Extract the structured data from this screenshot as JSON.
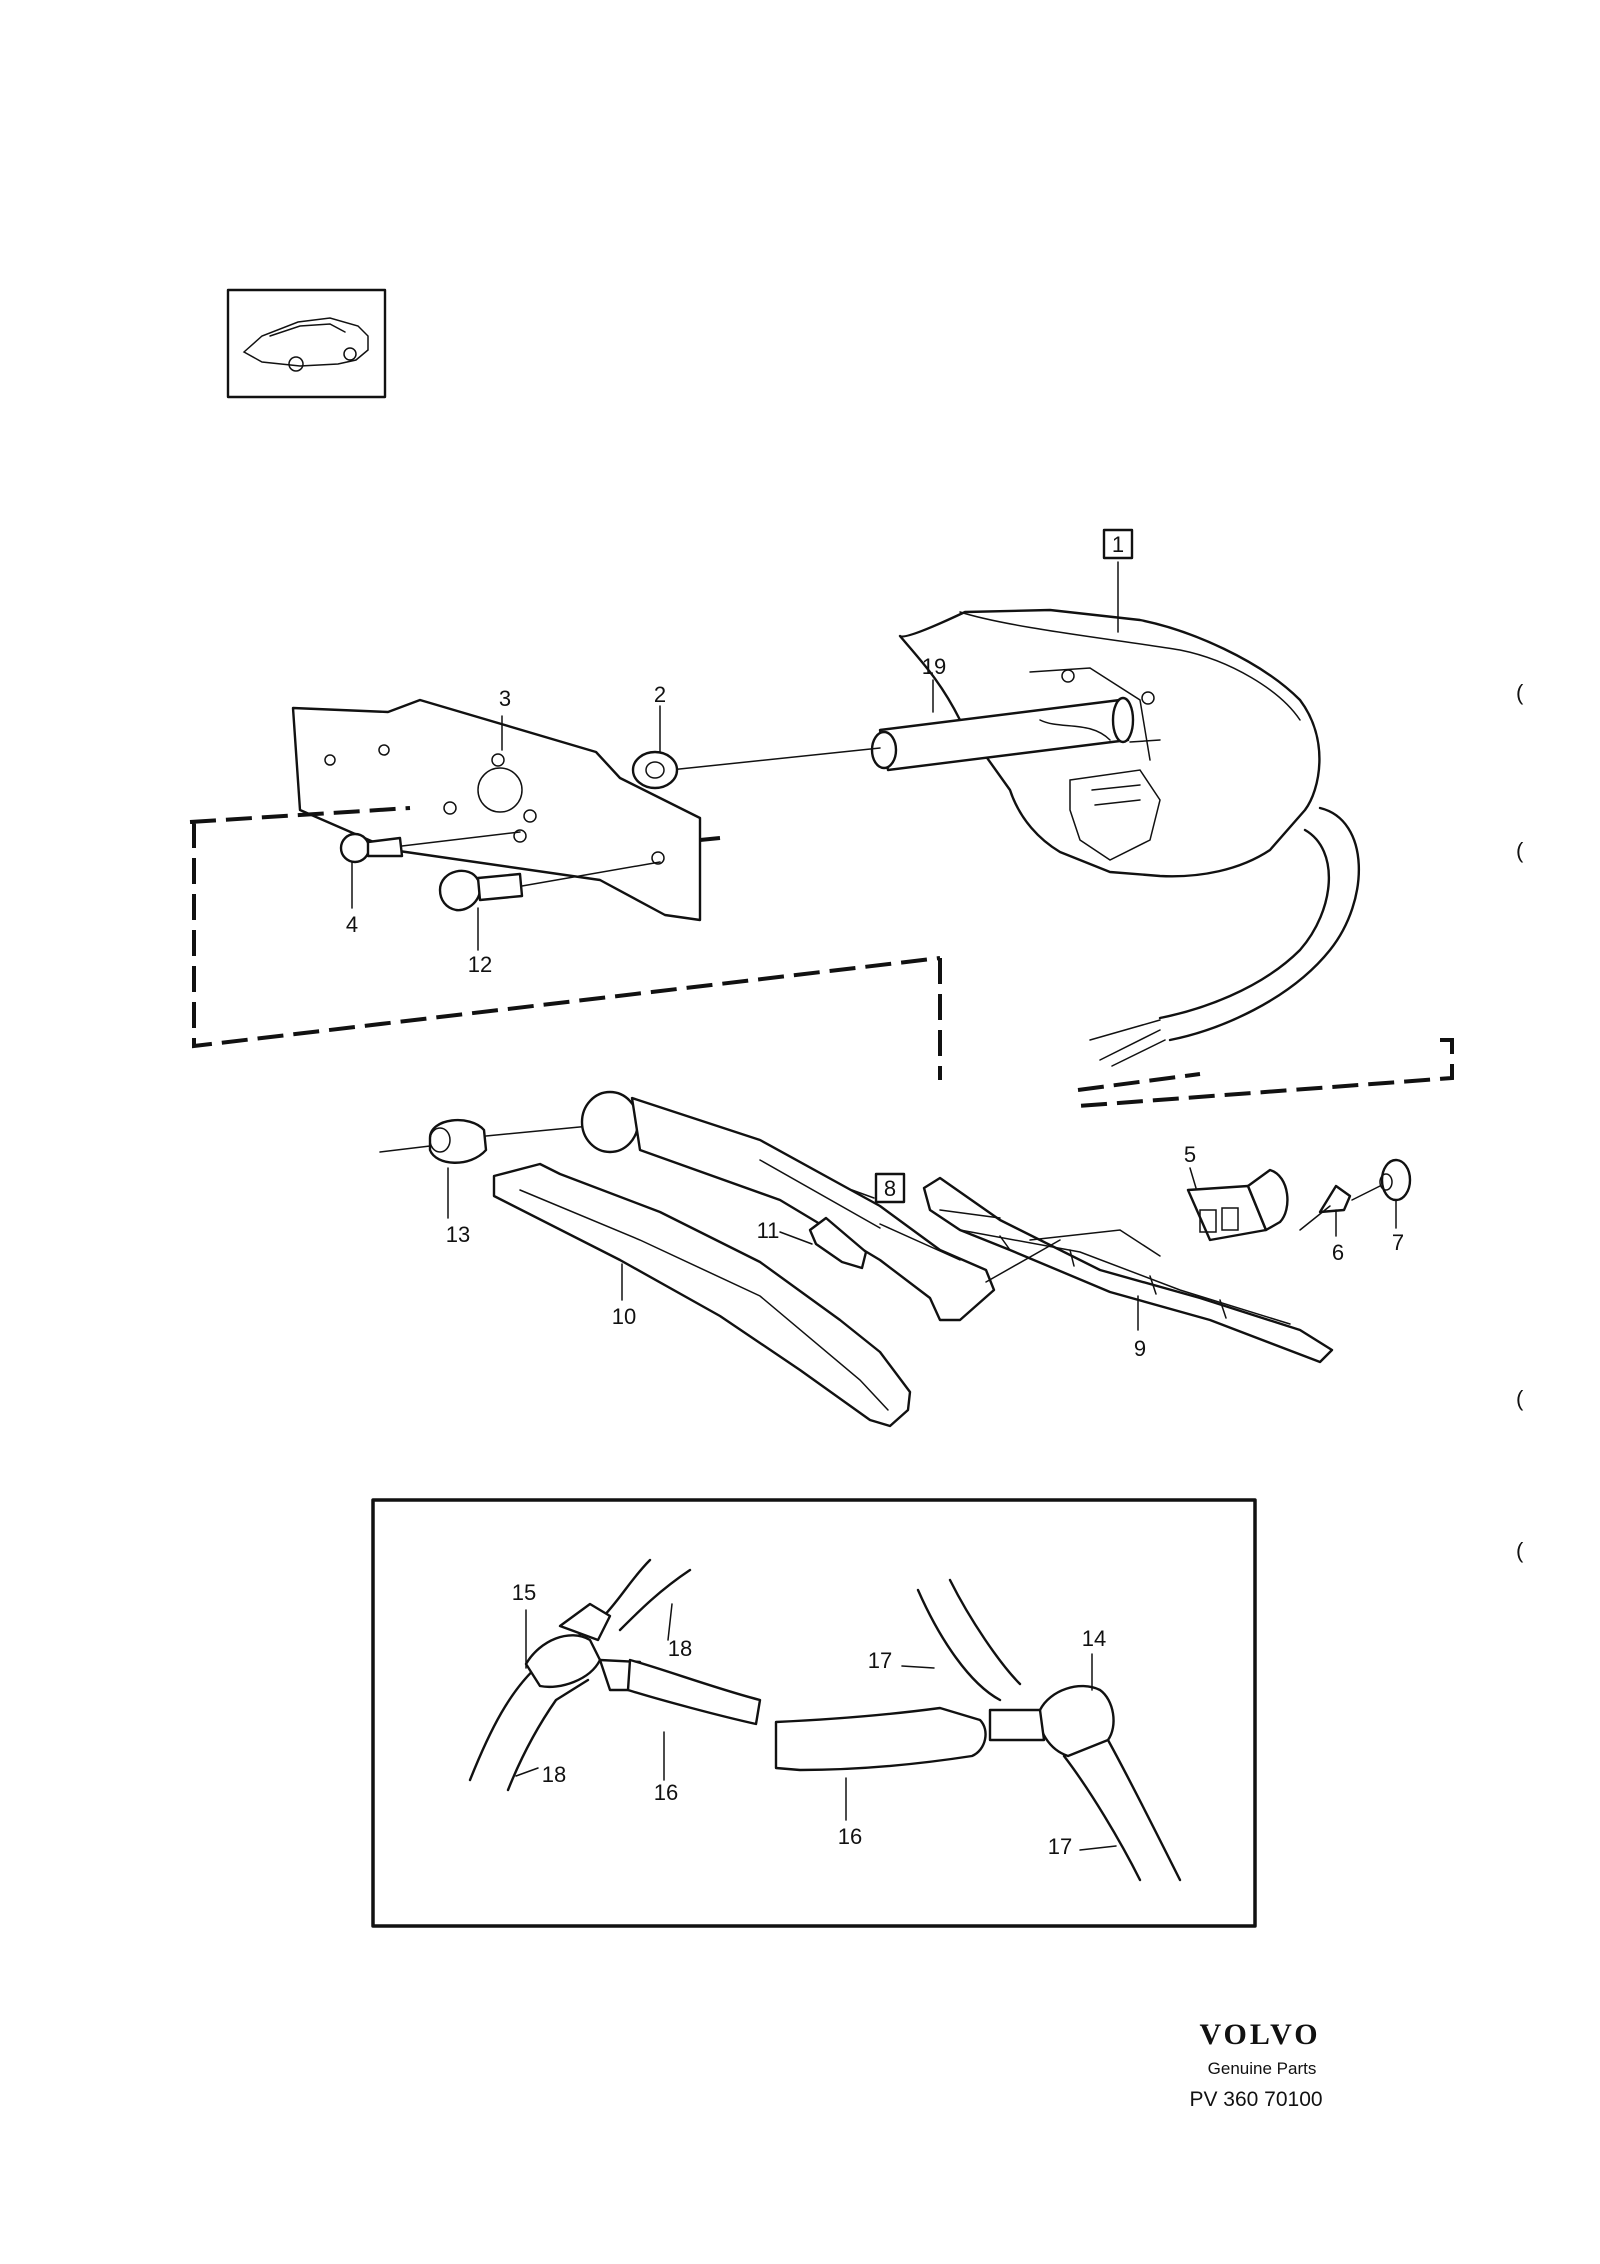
{
  "callouts": {
    "c1": "1",
    "c2": "2",
    "c3": "3",
    "c4": "4",
    "c5": "5",
    "c6": "6",
    "c7": "7",
    "c8": "8",
    "c9": "9",
    "c10": "10",
    "c11": "11",
    "c12": "12",
    "c13": "13",
    "c19": "19"
  },
  "inset_callouts": {
    "c14": "14",
    "c15": "15",
    "c16a": "16",
    "c16b": "16",
    "c17a": "17",
    "c17b": "17",
    "c18a": "18",
    "c18b": "18"
  },
  "footer": {
    "brand": "VOLVO",
    "subtitle": "Genuine Parts",
    "code": "PV  360 70100"
  },
  "margin_marks": [
    "(",
    "(",
    "(",
    "("
  ],
  "icons": {
    "vehicle": "car-silhouette-icon"
  }
}
